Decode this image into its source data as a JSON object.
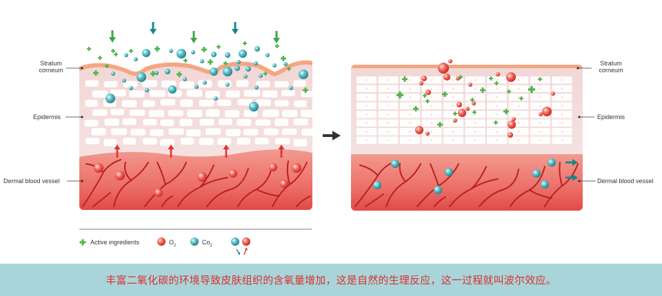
{
  "labels": {
    "stratum_corneum_left": [
      "Stratum",
      "corneum"
    ],
    "stratum_corneum_right": [
      "Stratum",
      "corneum"
    ],
    "epidermis_left": "Epidermis",
    "epidermis_right": "Epidermis",
    "dermal_left": "Dermal blood vessel",
    "dermal_right": "Dermal blood vessel"
  },
  "legend": {
    "active_label": "Active ingredients",
    "o2_label": "O",
    "o2_sub": "2",
    "co2_label": "Co",
    "co2_sub": "2"
  },
  "caption": "丰富二氧化碳的环境导致皮肤组织的含氧量增加，这是自然的生理反应，这一过程就叫波尔效应。",
  "colors": {
    "caption_bar": "#a9d5da",
    "caption_text": "#d8312f",
    "green_plus": "#4cb648",
    "green_arrow": "#3aa843",
    "teal_arrow": "#17868c",
    "red_arrow": "#e0312e",
    "skin_orange": "#f4a680",
    "epidermis_pink": "#f3dddd",
    "dermis_red": "#e85f5f",
    "vessel_red": "#b8211f"
  },
  "icons": [
    "green-plus-icon",
    "o2-bubble-icon",
    "co2-bubble-icon",
    "exchange-icon",
    "right-arrow-icon"
  ]
}
